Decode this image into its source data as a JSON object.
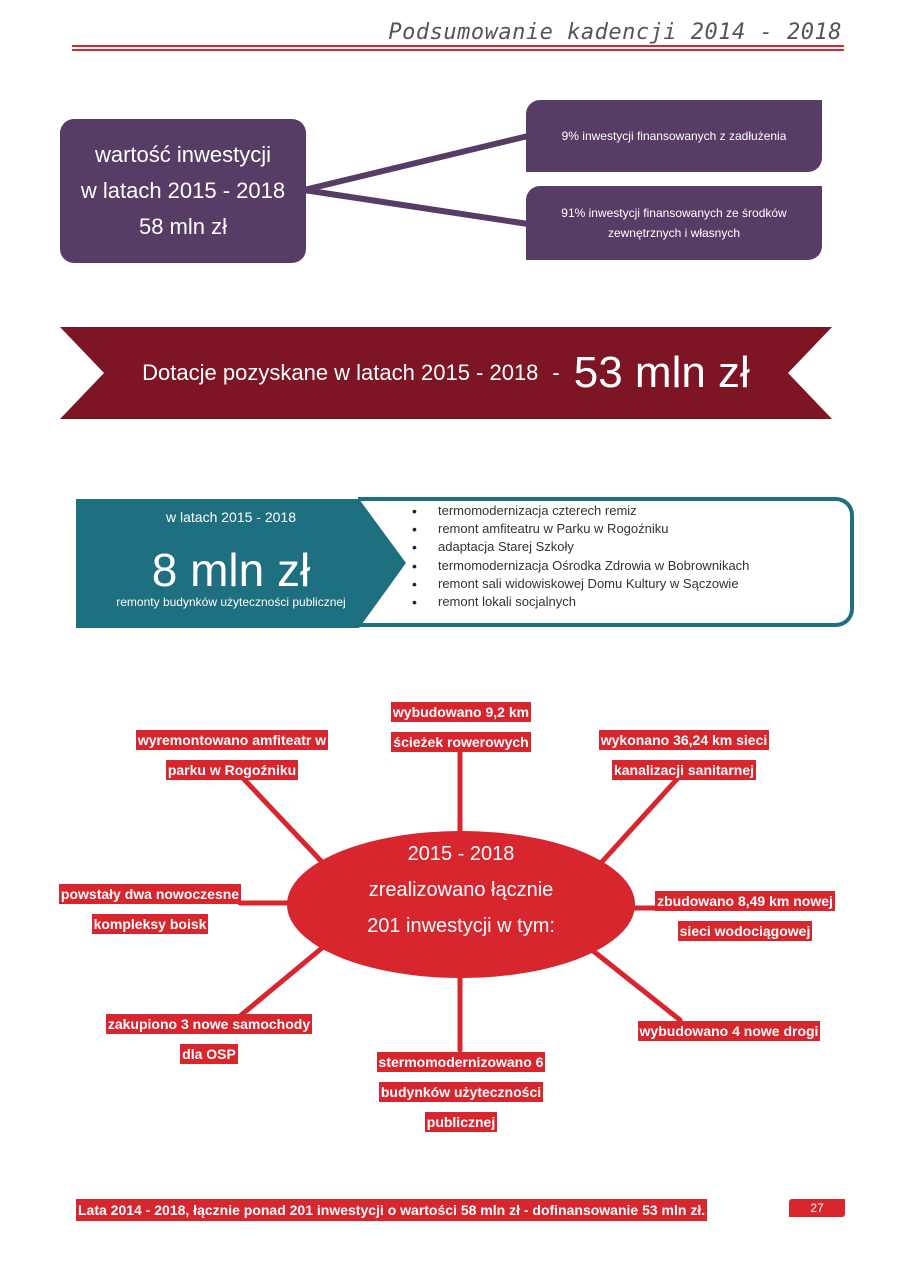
{
  "header": {
    "title": "Podsumowanie kadencji 2014 - 2018"
  },
  "investment": {
    "main_lines": [
      "wartość inwestycji",
      "w latach 2015 - 2018",
      "58 mln zł"
    ],
    "debt_text": "9% inwestycji finansowanych z zadłużenia",
    "external_text": "91% inwestycji finansowanych ze środków zewnętrznych i własnych"
  },
  "grants": {
    "label": "Dotacje pozyskane w latach 2015 - 2018",
    "separator": "-",
    "value": "53 mln zł"
  },
  "renovations": {
    "years": "w latach 2015 - 2018",
    "value": "8 mln zł",
    "caption": "remonty budynków użyteczności publicznej",
    "items": [
      "termomodernizacja czterech remiz",
      "remont amfiteatru w Parku w Rogoźniku",
      "adaptacja Starej Szkoły",
      "termomodernizacja Ośrodka Zdrowia w Bobrownikach",
      "remont sali widowiskowej Domu Kultury w Sączowie",
      "remont lokali socjalnych"
    ]
  },
  "summary": {
    "hub_lines": [
      "2015 - 2018",
      "zrealizowano łącznie",
      "201 inwestycji w tym:"
    ],
    "labels": {
      "bike_paths": "wybudowano 9,2 km ścieżek rowerowych",
      "amphitheatre": "wyremontowano amfiteatr w parku w Rogoźniku",
      "sewage": "wykonano 36,24 km sieci kanalizacji sanitarnej",
      "sports": "powstały dwa nowoczesne kompleksy boisk",
      "water": "zbudowano 8,49 km nowej sieci wodociągowej",
      "fire_trucks": "zakupiono 3 nowe samochody dla OSP",
      "thermo": "stermomodernizowano 6 budynków użyteczności publicznej",
      "roads": "wybudowano 4 nowe drogi"
    }
  },
  "footer": {
    "text": "Lata 2014 - 2018, łącznie ponad 201 inwestycji o wartości 58 mln zł - dofinansowanie 53 mln zł.",
    "page_number": "27"
  },
  "colors": {
    "purple": "#573c66",
    "maroon": "#7d1525",
    "teal": "#1e6f80",
    "red": "#d7262e"
  }
}
